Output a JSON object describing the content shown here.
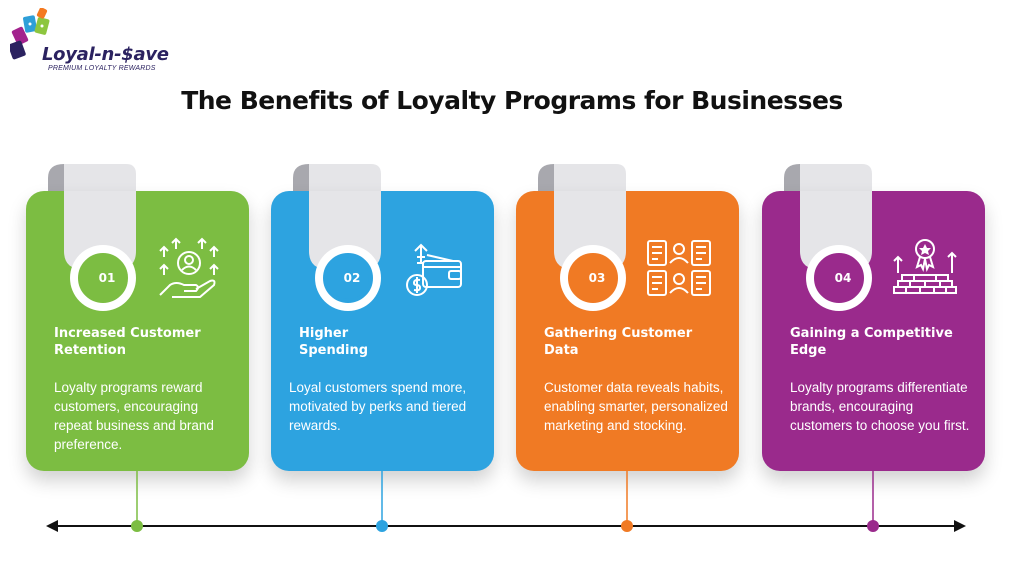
{
  "logo": {
    "name": "Loyal-n-$ave",
    "tagline": "PREMIUM LOYALTY REWARDS",
    "tag_colors": [
      "#8dc63f",
      "#2e9fd8",
      "#f47920",
      "#a3238e",
      "#2b2260"
    ]
  },
  "title": "The Benefits of Loyalty Programs for Businesses",
  "cards": [
    {
      "number": "01",
      "title_line1": "Increased Customer",
      "title_line2": "Retention",
      "description": "Loyalty programs reward customers, encouraging repeat business and brand preference.",
      "color": "#7cbd42",
      "icon": "customer-retention-icon"
    },
    {
      "number": "02",
      "title_line1": "Higher",
      "title_line2": "Spending",
      "description": "Loyal customers spend more, motivated by perks and tiered rewards.",
      "color": "#2da3e0",
      "icon": "wallet-growth-icon"
    },
    {
      "number": "03",
      "title_line1": "Gathering Customer",
      "title_line2": "Data",
      "description": "Customer data reveals habits, enabling smarter, personalized marketing and stocking.",
      "color": "#f07a24",
      "icon": "customer-data-icon"
    },
    {
      "number": "04",
      "title_line1": "Gaining a Competitive",
      "title_line2": "Edge",
      "description": "Loyalty programs differentiate brands, encouraging customers to choose you first.",
      "color": "#9a2a8c",
      "icon": "competitive-edge-icon"
    }
  ],
  "colors": {
    "ribbon": "#e5e5e8",
    "ribbon_shadow": "#a8a8ae",
    "timeline": "#111111"
  }
}
